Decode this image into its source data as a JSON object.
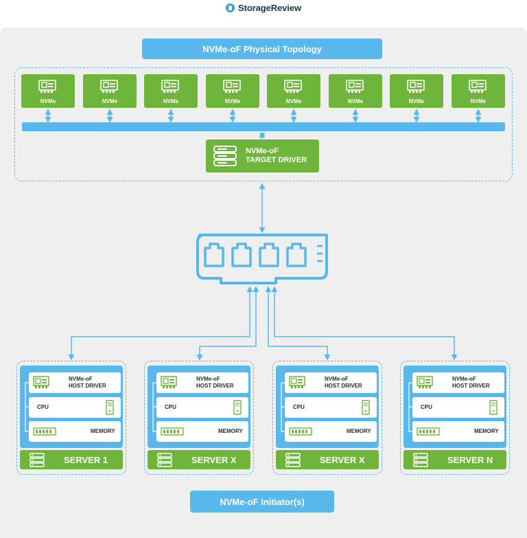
{
  "brand": {
    "name": "StorageReview"
  },
  "title": "NVMe-oF Physical Topology",
  "nvme_label": "NVMe",
  "target": {
    "line1": "NVMe-oF",
    "line2": "TARGET DRIVER"
  },
  "servers": [
    {
      "name": "SERVER 1"
    },
    {
      "name": "SERVER X"
    },
    {
      "name": "SERVER X"
    },
    {
      "name": "SERVER N"
    }
  ],
  "server_rows": {
    "host_line1": "NVMe-oF",
    "host_line2": "HOST DRIVER",
    "cpu": "CPU",
    "memory": "MEMORY"
  },
  "initiator": "NVMe-oF Initiator(s)",
  "colors": {
    "blue": "#58b8ec",
    "green": "#6fb53b",
    "background": "#efefef"
  }
}
